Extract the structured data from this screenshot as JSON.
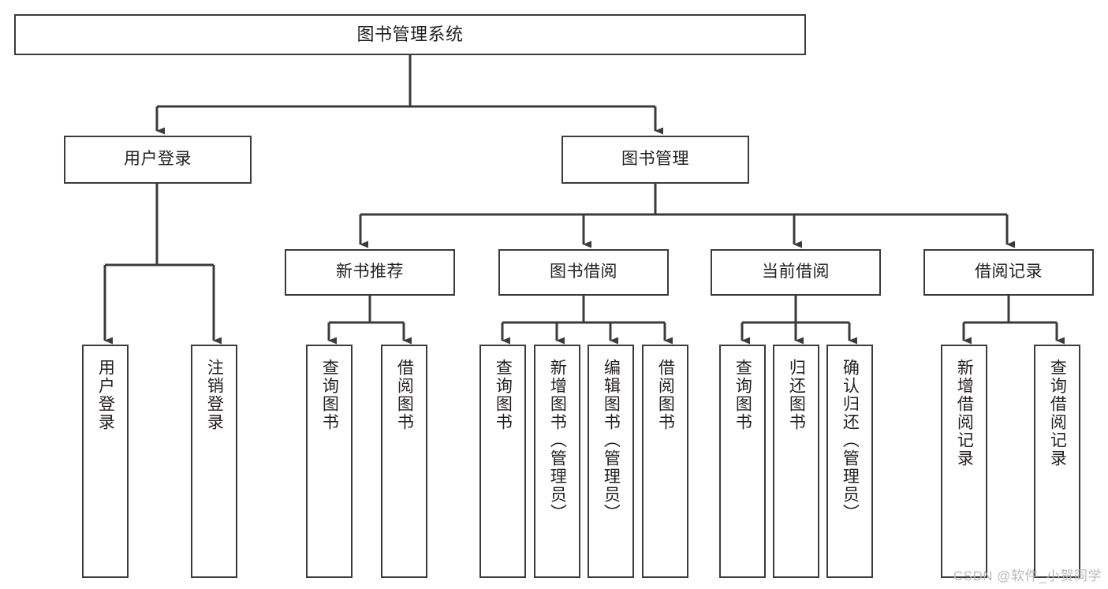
{
  "diagram": {
    "title": "图书管理系统",
    "watermark": "CSDN @软件_小贺同学",
    "accent_color": "#3b3b3b",
    "text_color": "#231f20",
    "background_color": "#ffffff",
    "watermark_color": "#b9b9b9"
  },
  "nodes": {
    "root": {
      "label": "图书管理系统"
    },
    "level2": [
      {
        "label": "用户登录"
      },
      {
        "label": "图书管理"
      }
    ],
    "level3": [
      {
        "label": "新书推荐"
      },
      {
        "label": "图书借阅"
      },
      {
        "label": "当前借阅"
      },
      {
        "label": "借阅记录"
      }
    ],
    "leaves": {
      "user_login": [
        {
          "label": "用户登录"
        },
        {
          "label": "注销登录"
        }
      ],
      "new_book_recommend": [
        {
          "label": "查询图书"
        },
        {
          "label": "借阅图书"
        }
      ],
      "book_borrow": [
        {
          "label": "查询图书"
        },
        {
          "label": "新增图书（管理员）"
        },
        {
          "label": "编辑图书（管理员）"
        },
        {
          "label": "借阅图书"
        }
      ],
      "current_borrow": [
        {
          "label": "查询图书"
        },
        {
          "label": "归还图书"
        },
        {
          "label": "确认归还（管理员）"
        }
      ],
      "borrow_record": [
        {
          "label": "新增借阅记录"
        },
        {
          "label": "查询借阅记录"
        }
      ]
    }
  },
  "chart_data": {
    "type": "table",
    "title": "图书管理系统 功能结构图",
    "hierarchy": [
      {
        "level": 1,
        "label": "图书管理系统",
        "children": [
          {
            "level": 2,
            "label": "用户登录",
            "children": [
              {
                "level": 3,
                "label": "用户登录",
                "children": []
              },
              {
                "level": 3,
                "label": "注销登录",
                "children": []
              }
            ]
          },
          {
            "level": 2,
            "label": "图书管理",
            "children": [
              {
                "level": 3,
                "label": "新书推荐",
                "children": [
                  {
                    "level": 4,
                    "label": "查询图书",
                    "children": []
                  },
                  {
                    "level": 4,
                    "label": "借阅图书",
                    "children": []
                  }
                ]
              },
              {
                "level": 3,
                "label": "图书借阅",
                "children": [
                  {
                    "level": 4,
                    "label": "查询图书",
                    "children": []
                  },
                  {
                    "level": 4,
                    "label": "新增图书（管理员）",
                    "children": []
                  },
                  {
                    "level": 4,
                    "label": "编辑图书（管理员）",
                    "children": []
                  },
                  {
                    "level": 4,
                    "label": "借阅图书",
                    "children": []
                  }
                ]
              },
              {
                "level": 3,
                "label": "当前借阅",
                "children": [
                  {
                    "level": 4,
                    "label": "查询图书",
                    "children": []
                  },
                  {
                    "level": 4,
                    "label": "归还图书",
                    "children": []
                  },
                  {
                    "level": 4,
                    "label": "确认归还（管理员）",
                    "children": []
                  }
                ]
              },
              {
                "level": 3,
                "label": "借阅记录",
                "children": [
                  {
                    "level": 4,
                    "label": "新增借阅记录",
                    "children": []
                  },
                  {
                    "level": 4,
                    "label": "查询借阅记录",
                    "children": []
                  }
                ]
              }
            ]
          }
        ]
      }
    ]
  }
}
